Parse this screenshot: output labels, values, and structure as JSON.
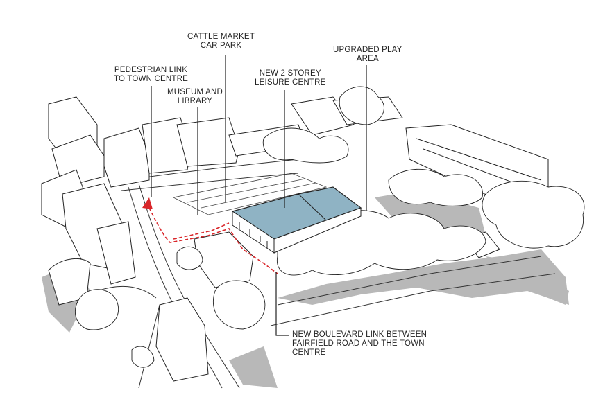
{
  "labels": {
    "car_park": [
      "CATTLE MARKET",
      "CAR PARK"
    ],
    "pedestrian_link": [
      "PEDESTRIAN LINK",
      "TO TOWN CENTRE"
    ],
    "museum": [
      "MUSEUM AND",
      "LIBRARY"
    ],
    "leisure_centre": [
      "NEW 2 STOREY",
      "LEISURE CENTRE"
    ],
    "play_area": [
      "UPGRADED PLAY",
      "AREA"
    ],
    "boulevard": [
      "NEW BOULEVARD LINK BETWEEN",
      "FAIRFIELD ROAD AND THE TOWN",
      "CENTRE"
    ]
  },
  "colors": {
    "leisure_centre": "#8fb3c4",
    "route": "#d9262a",
    "shadow": "#b5b5b5",
    "line": "#222222"
  }
}
